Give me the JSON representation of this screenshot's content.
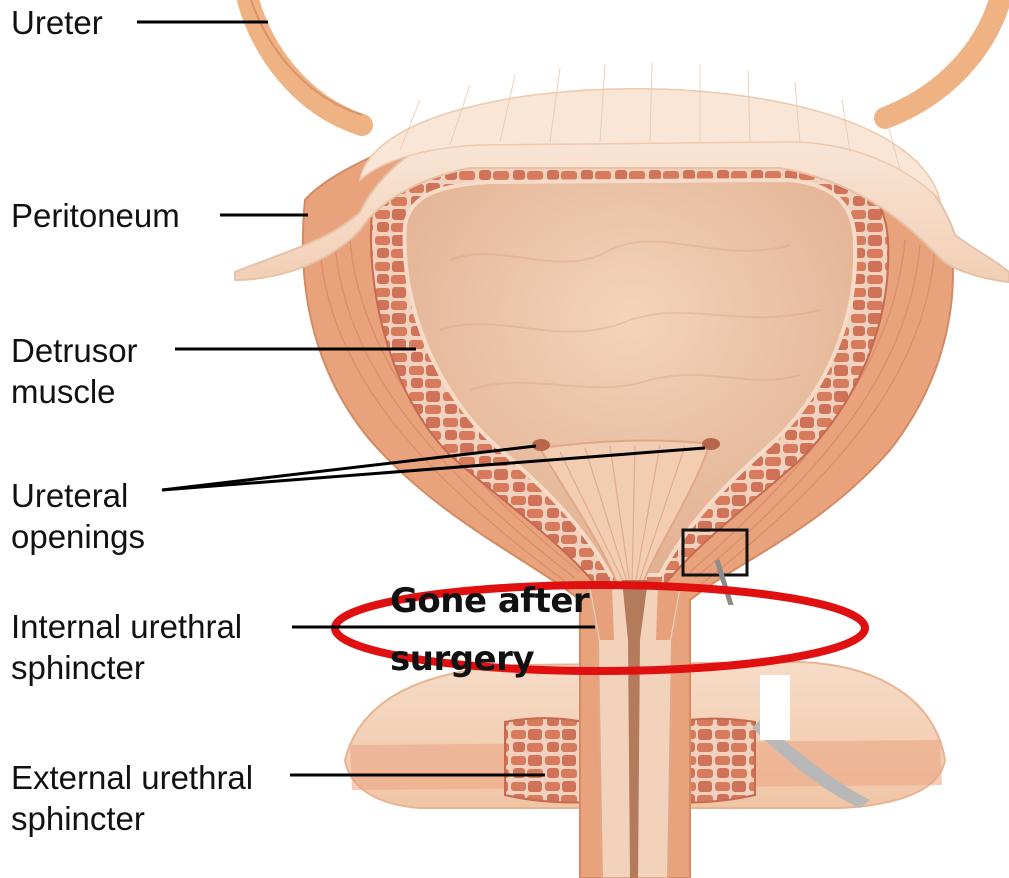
{
  "labels": {
    "ureter": "Ureter",
    "peritoneum": "Peritoneum",
    "detrusor_line1": "Detrusor",
    "detrusor_line2": "muscle",
    "ureteral_line1": "Ureteral",
    "ureteral_line2": "openings",
    "internal_line1": "Internal urethral",
    "internal_line2": "sphincter",
    "external_line1": "External urethral",
    "external_line2": "sphincter"
  },
  "annotation": {
    "line1": "Gone after",
    "line2": "surgery"
  },
  "colors": {
    "muscle_outer": "#e7a27c",
    "muscle_dark": "#c76a50",
    "lumen": "#f0c7a8",
    "lumen_inner": "#e8b896",
    "peritoneum": "#f8e2d0",
    "ureter": "#efb283",
    "annotation_ring": "#e01010",
    "leader": "#000000"
  }
}
